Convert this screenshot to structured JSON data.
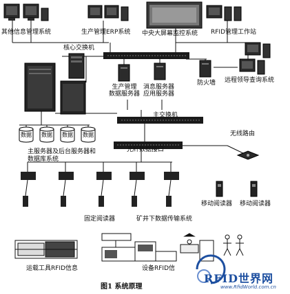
{
  "labels": {
    "other_info": "其他信息管理系统",
    "production_erp": "生产管理ERP系统",
    "central_screen": "中央大屏幕监控系统",
    "rfid_station": "RFID管理工作站",
    "core_switch": "核心交换机",
    "prod_db_server": "生产管理\n数据服务器",
    "msg_app_server": "消息服务器\n应用服务器",
    "firewall": "防火墙",
    "remote_query": "远程领导查询系统",
    "main_switch": "主交换机",
    "db_label": "数据",
    "main_servers": "主服务器及后台服务器和\n数据库系统",
    "wireless_router": "无线路由",
    "fiber_interface": "光纤数据接口",
    "fixed_reader": "固定阅读器",
    "mine_transmission": "矿井下数据传输系统",
    "mobile_reader_1": "移动阅读器",
    "mobile_reader_2": "移动阅读器",
    "vehicle_rfid": "运载工具RFID信息",
    "equipment_rfid": "设备RFID信",
    "figure_caption": "图1   系统原理"
  },
  "logo": {
    "brand": "RFID世界网",
    "url": "www.RfidWorld.com.cn"
  },
  "colors": {
    "ink": "#111111",
    "bar": "#1a1a1a",
    "device": "#2b2b2b",
    "logo": "#1d4fa0"
  }
}
